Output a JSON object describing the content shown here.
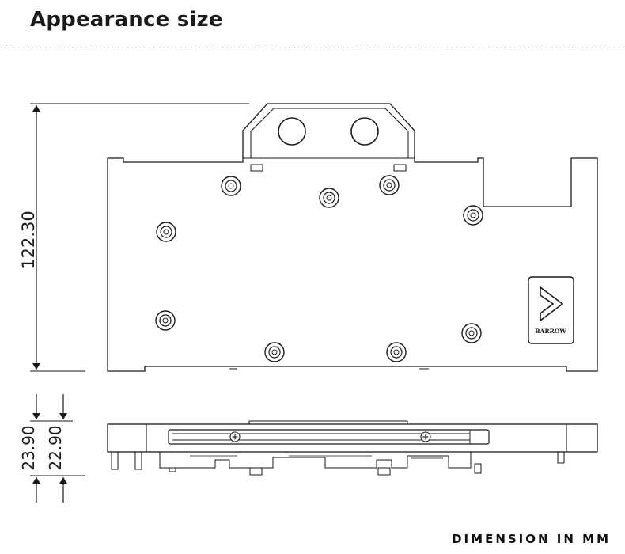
{
  "header": {
    "title": "Appearance size"
  },
  "dimensions": {
    "height_top": "122.30",
    "height_side_outer": "23.90",
    "height_side_inner": "22.90"
  },
  "logo": {
    "text": "BARROW"
  },
  "footer": {
    "unit_note": "DIMENSION IN MM"
  },
  "colors": {
    "line": "#1a1a1a",
    "plate_fill": "#ffffff"
  }
}
